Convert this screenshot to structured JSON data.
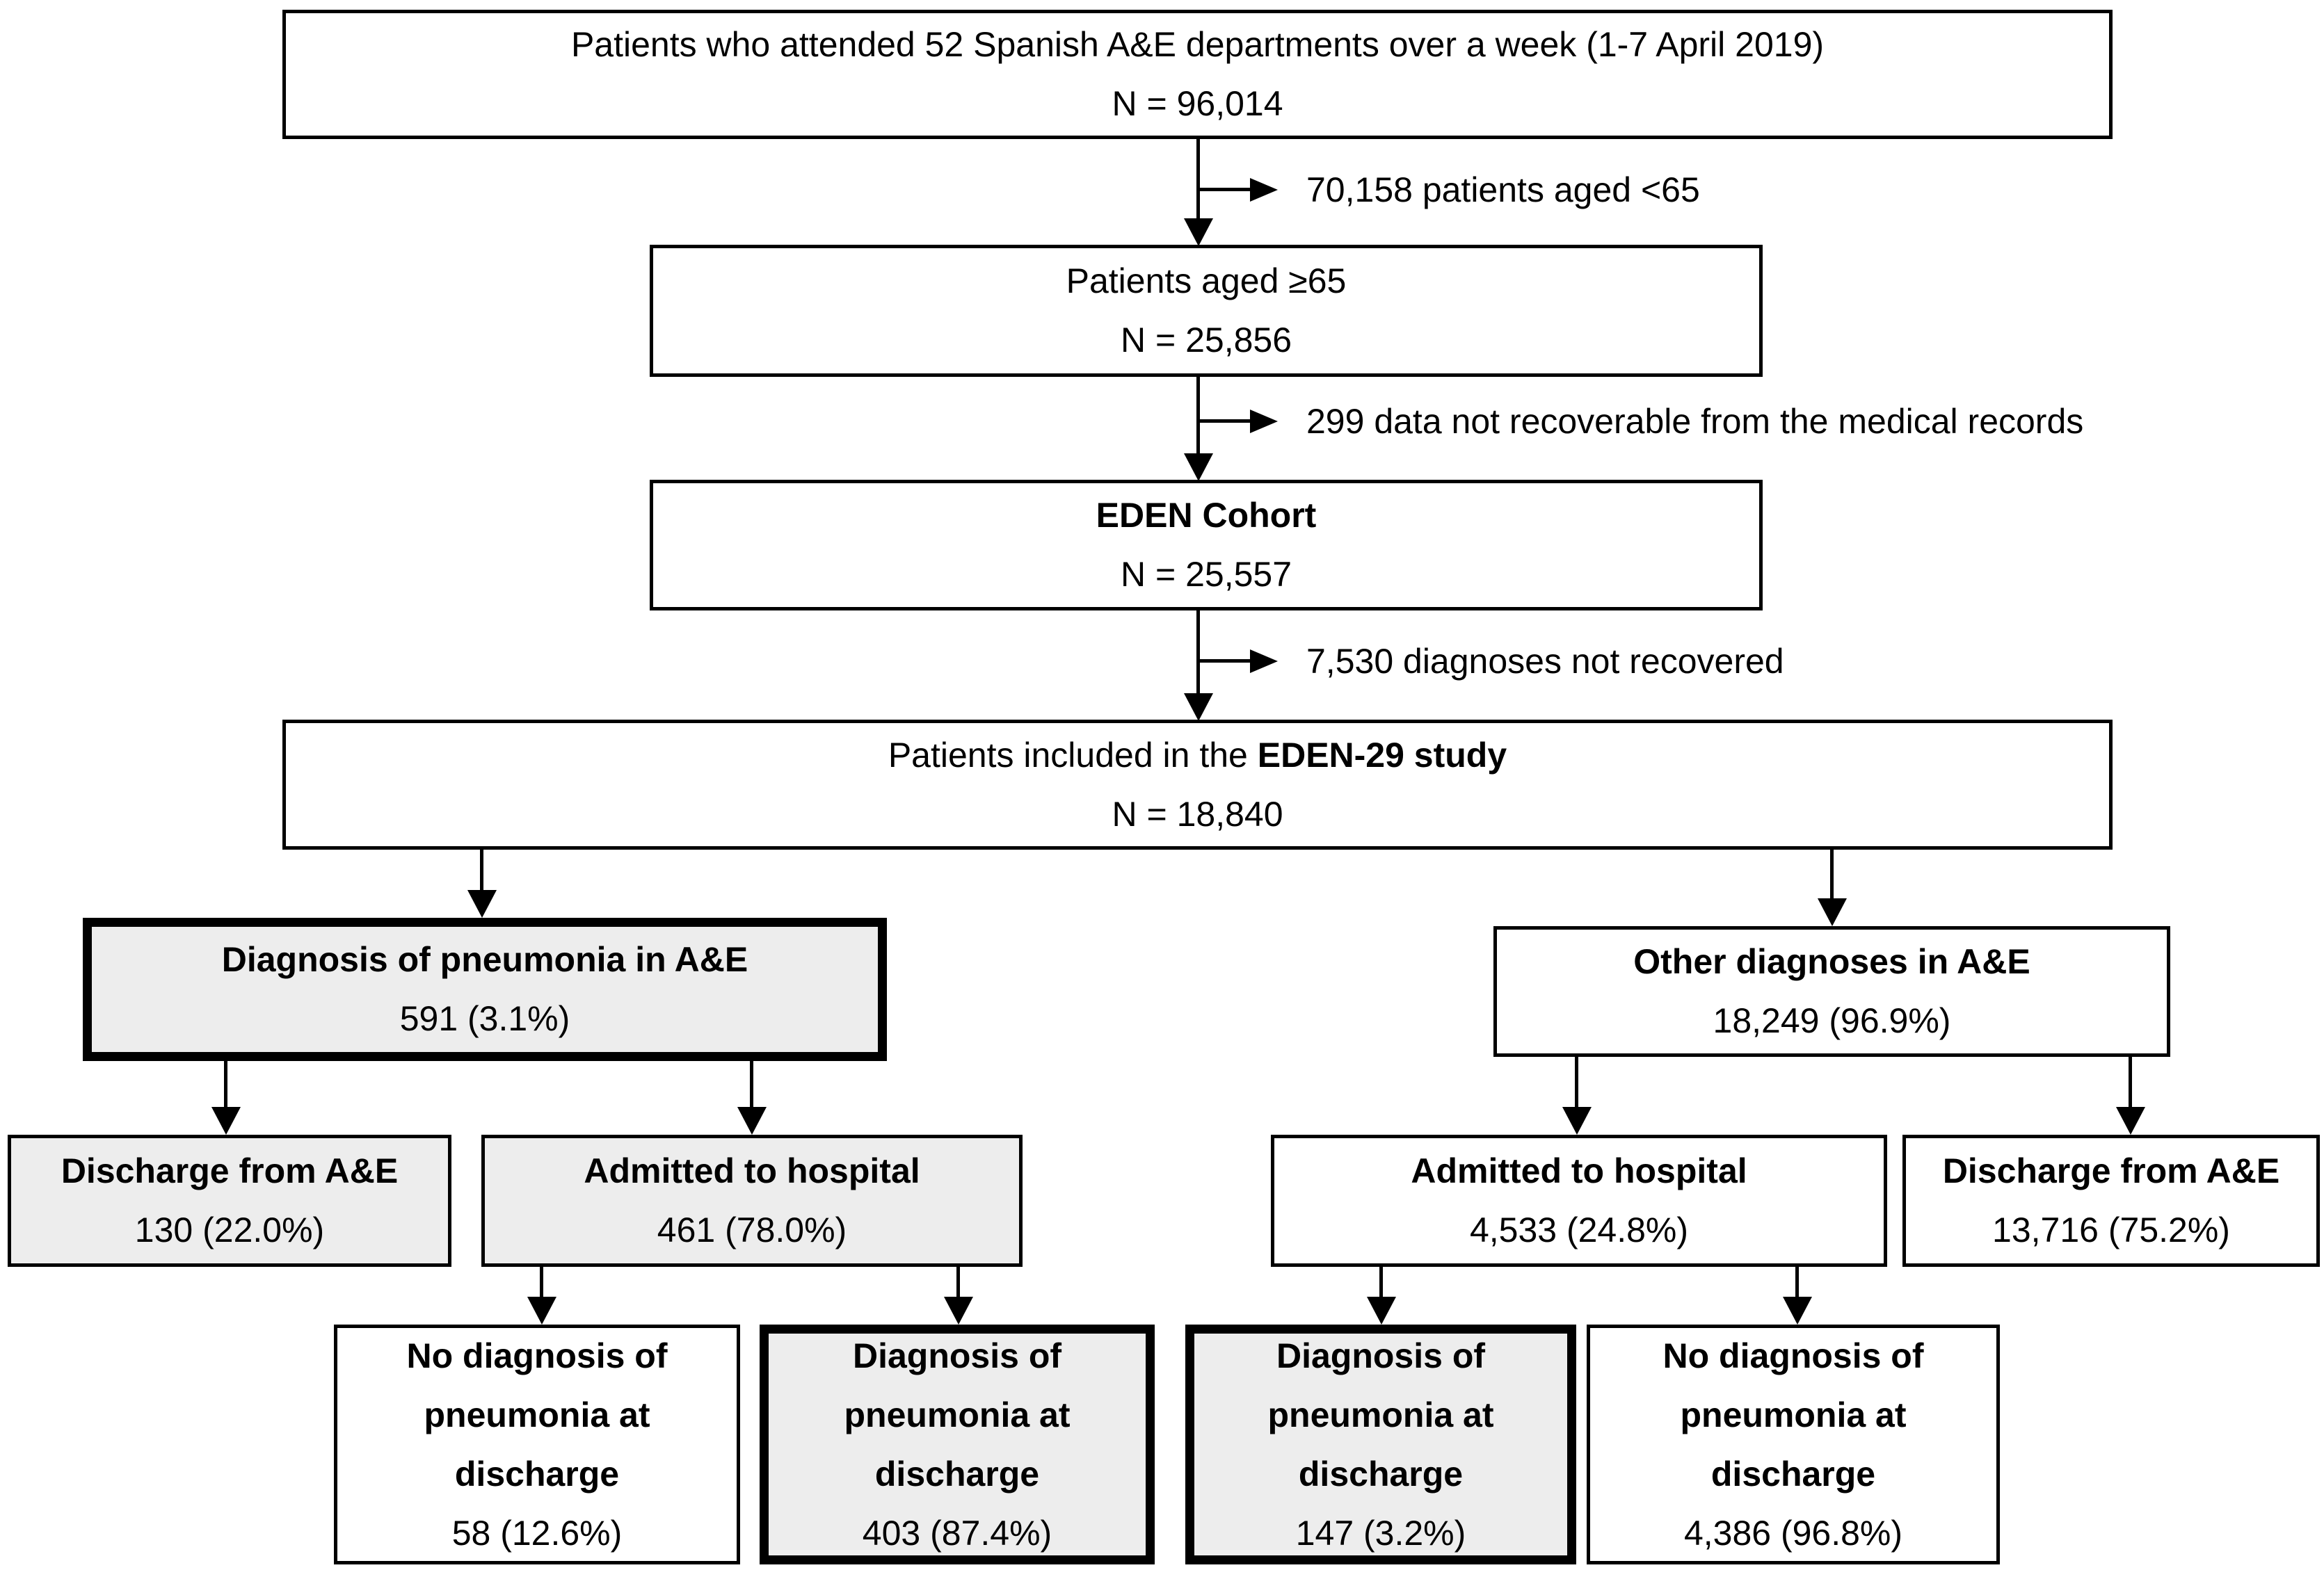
{
  "figure": {
    "background": "#ffffff",
    "line_color": "#000000",
    "highlight_fill": "#ededed",
    "default_fill": "#ffffff"
  },
  "nodes": {
    "source": {
      "title": "Patients who attended 52 Spanish A&E departments over a week (1-7 April 2019)",
      "count": "N = 96,014"
    },
    "aged65": {
      "title": "Patients aged ≥65",
      "count": "N = 25,856"
    },
    "eden": {
      "title": "EDEN Cohort",
      "count": "N = 25,557"
    },
    "eden29": {
      "title_prefix": "Patients included in the ",
      "title_bold": "EDEN-29 study",
      "count": "N = 18,840"
    },
    "pneumonia_ae": {
      "title": "Diagnosis of pneumonia in A&E",
      "count": "591 (3.1%)"
    },
    "other_dx": {
      "title": "Other diagnoses in A&E",
      "count": "18,249 (96.9%)"
    },
    "discharge_pneumonia": {
      "title": "Discharge from A&E",
      "count": "130 (22.0%)"
    },
    "admitted_pneumonia": {
      "title": "Admitted to hospital",
      "count": "461 (78.0%)"
    },
    "admitted_other": {
      "title": "Admitted to hospital",
      "count": "4,533 (24.8%)"
    },
    "discharge_other": {
      "title": "Discharge from A&E",
      "count": "13,716 (75.2%)"
    },
    "no_dx_left": {
      "title": "No diagnosis of pneumonia at discharge",
      "count": "58 (12.6%)"
    },
    "dx_left": {
      "title": "Diagnosis of pneumonia at discharge",
      "count": "403 (87.4%)"
    },
    "dx_right": {
      "title": "Diagnosis of pneumonia at discharge",
      "count": "147 (3.2%)"
    },
    "no_dx_right": {
      "title": "No diagnosis of pneumonia at discharge",
      "count": "4,386 (96.8%)"
    }
  },
  "exclusions": {
    "under65": "70,158 patients aged <65",
    "not_recoverable": "299 data not recoverable from the medical records",
    "dx_not_recovered": "7,530 diagnoses not recovered"
  }
}
